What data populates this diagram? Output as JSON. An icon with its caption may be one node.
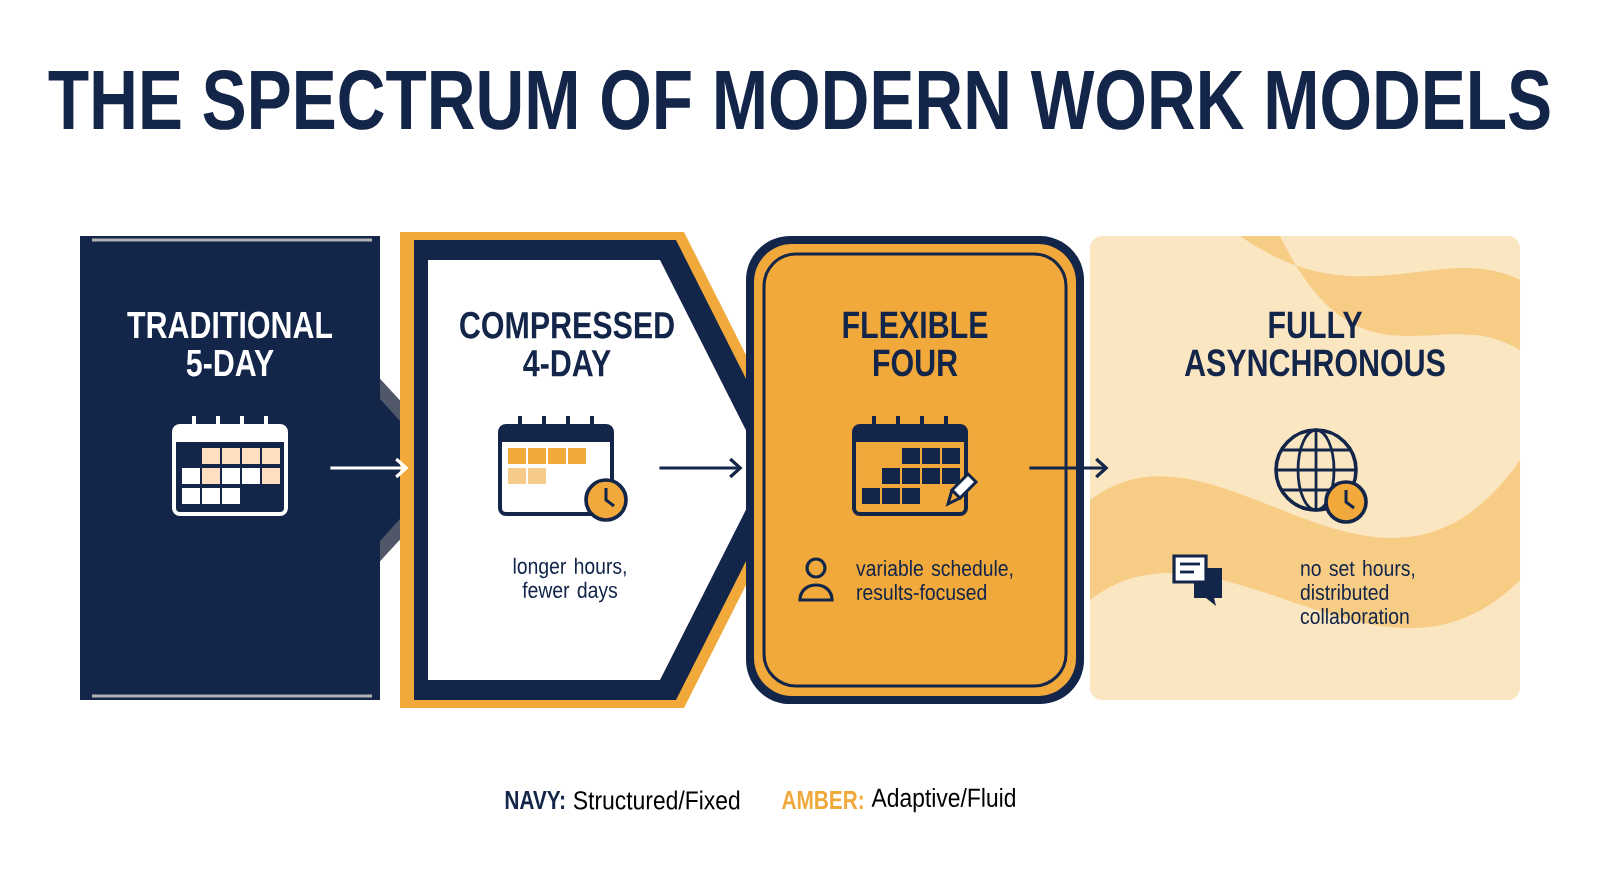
{
  "diagram": {
    "title": "THE SPECTRUM OF MODERN WORK MODELS",
    "nodes": [
      {
        "text": [
          "TRADITIONAL 5-DAY"
        ]
      },
      {
        "text": [
          "COMPRESSED 4-DAY",
          "longer hours, fewer days"
        ]
      },
      {
        "text": [
          "FLEXIBLE FOUR",
          "variable schedule, results-focused"
        ]
      },
      {
        "text": [
          "FULLY ASYNCHRONOUS",
          "no set hours, distributed collaboration"
        ]
      }
    ],
    "edges": [
      {
        "from": 0,
        "to": 1,
        "arrow": "to",
        "color": "#ffffff"
      },
      {
        "from": 1,
        "to": 2,
        "arrow": "to"
      },
      {
        "from": 2,
        "to": 3,
        "arrow": "to"
      }
    ],
    "labels": [
      "NAVY:",
      "Structured/Fixed",
      "AMBER:",
      "Adaptive/Fluid"
    ]
  }
}
